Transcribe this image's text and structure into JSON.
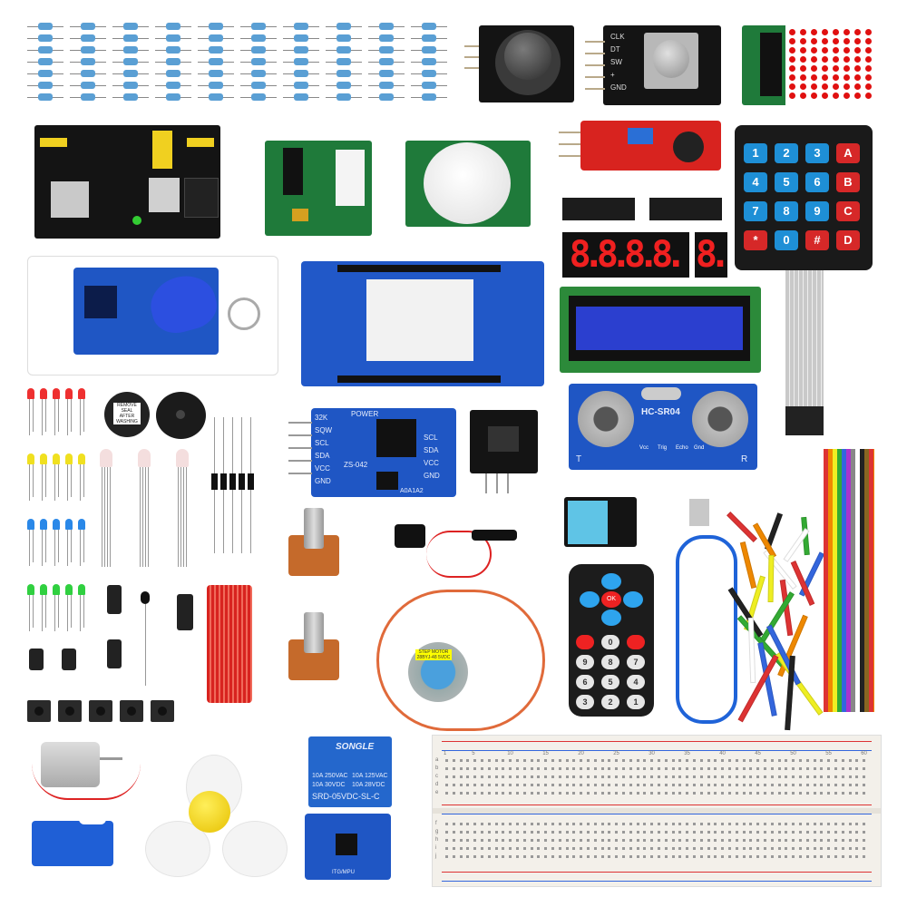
{
  "rotary_encoder": {
    "pins": [
      "CLK",
      "DT",
      "SW",
      "+",
      "GND"
    ]
  },
  "keypad": {
    "keys": [
      "1",
      "2",
      "3",
      "A",
      "4",
      "5",
      "6",
      "B",
      "7",
      "8",
      "9",
      "C",
      "*",
      "0",
      "#",
      "D"
    ],
    "number_color": "#1e8fd6",
    "letter_color": "#d62828"
  },
  "seven_segment": {
    "digits": "8.8.8.8.",
    "single": "8."
  },
  "rtc_module": {
    "model": "ZS-042",
    "power_label": "POWER",
    "left_pins": [
      "32K",
      "SQW",
      "SCL",
      "SDA",
      "VCC",
      "GND"
    ],
    "right_pins": [
      "SCL",
      "SDA",
      "VCC",
      "GND"
    ],
    "address": "A0A1A2"
  },
  "ultrasonic": {
    "model": "HC-SR04",
    "left_mark": "T",
    "right_mark": "R",
    "pins": [
      "Vcc",
      "Trig",
      "Echo",
      "Gnd"
    ]
  },
  "buzzer": {
    "sticker": "REMOVE SEAL AFTER WASHING"
  },
  "stepper_motor": {
    "label": "STEP MOTOR 28BYJ-48 5VDC"
  },
  "relay": {
    "brand": "SONGLE",
    "ratings": [
      "10A 250VAC",
      "10A 125VAC",
      "10A 30VDC",
      "10A 28VDC"
    ],
    "model": "SRD-05VDC-SL-C"
  },
  "remote": {
    "ok": "OK",
    "numbers": [
      "0",
      "9",
      "8",
      "7",
      "6",
      "5",
      "4",
      "3",
      "2",
      "1"
    ]
  },
  "gyro": {
    "label": "ITG/MPU"
  },
  "breadboard": {
    "column_numbers": [
      "1",
      "5",
      "10",
      "15",
      "20",
      "25",
      "30",
      "35",
      "40",
      "45",
      "50",
      "55",
      "60"
    ],
    "row_letters": [
      "a",
      "b",
      "c",
      "d",
      "e",
      "f",
      "g",
      "h",
      "i",
      "j"
    ]
  },
  "colors": {
    "pcb_blue": "#1f56c4",
    "pcb_green": "#1f7a3a",
    "pcb_red": "#d8231f",
    "pcb_black": "#141414",
    "lcd_screen": "#2b3fcf"
  }
}
